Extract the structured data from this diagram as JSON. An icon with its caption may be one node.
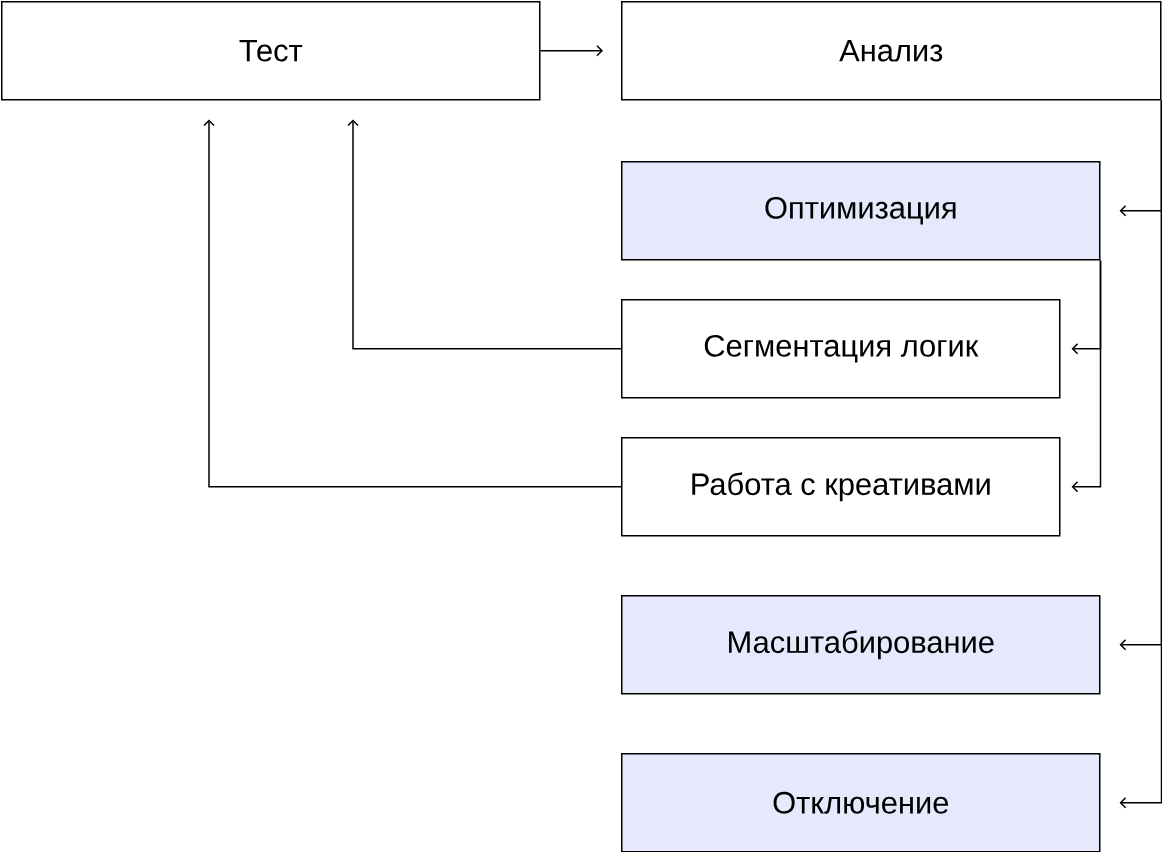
{
  "diagram": {
    "nodes": [
      {
        "text": [
          "Тест"
        ]
      },
      {
        "text": [
          "Анализ"
        ]
      },
      {
        "text": [
          "Оптимизация"
        ]
      },
      {
        "text": [
          "Сегментация логик"
        ]
      },
      {
        "text": [
          "Работа с креативами"
        ]
      },
      {
        "text": [
          "Масштабирование"
        ]
      },
      {
        "text": [
          "Отключение"
        ]
      }
    ],
    "edges": [
      {
        "from": 0,
        "to": 1,
        "arrow": "to"
      },
      {
        "from": 1,
        "to": 2,
        "arrow": "to"
      },
      {
        "from": 1,
        "to": 5,
        "arrow": "to"
      },
      {
        "from": 1,
        "to": 6,
        "arrow": "to"
      },
      {
        "from": 2,
        "to": 3,
        "arrow": "to"
      },
      {
        "from": 2,
        "to": 4,
        "arrow": "to"
      },
      {
        "from": 3,
        "to": 0,
        "arrow": "to"
      },
      {
        "from": 4,
        "to": 0,
        "arrow": "to"
      }
    ]
  }
}
